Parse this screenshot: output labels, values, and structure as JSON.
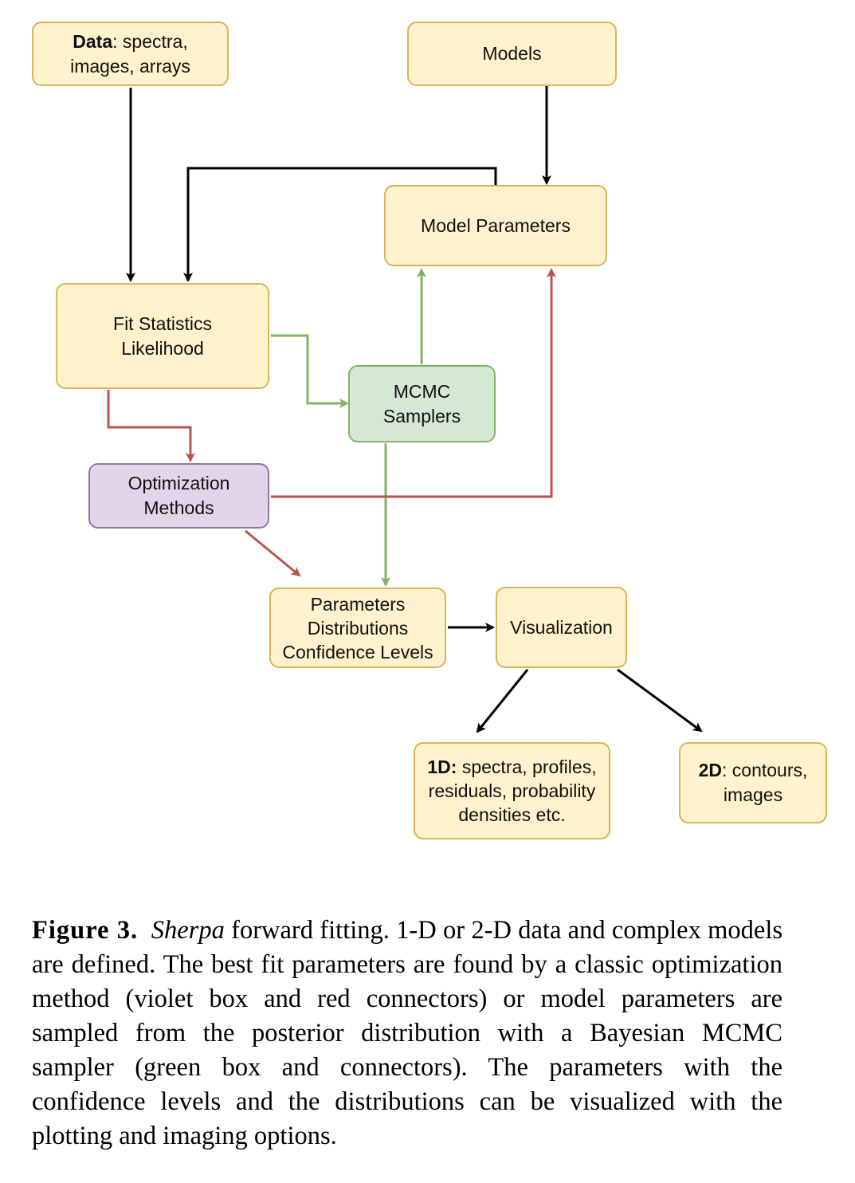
{
  "nodes": {
    "data": {
      "bold": "Data",
      "rest": ": spectra,",
      "line2": "images, arrays"
    },
    "models": {
      "label": "Models"
    },
    "model_parameters": {
      "label": "Model Parameters"
    },
    "fit_statistics": {
      "line1": "Fit Statistics",
      "line2": "Likelihood"
    },
    "mcmc": {
      "line1": "MCMC",
      "line2": "Samplers"
    },
    "optimization": {
      "line1": "Optimization",
      "line2": "Methods"
    },
    "parameters": {
      "line1": "Parameters",
      "line2": "Distributions",
      "line3": "Confidence Levels"
    },
    "visualization": {
      "label": "Visualization"
    },
    "one_d": {
      "bold": "1D:",
      "rest": " spectra, profiles,",
      "line2": "residuals, probability",
      "line3": "densities etc."
    },
    "two_d": {
      "bold": "2D",
      "rest": ": contours,",
      "line2": "images"
    }
  },
  "colors": {
    "black_connector": "#000000",
    "red_connector": "#b85450",
    "green_connector": "#82b366",
    "yellow_fill": "#fff2cc",
    "green_fill": "#d5e8d4",
    "violet_fill": "#e1d5e7"
  },
  "caption": {
    "label": "Figure 3.",
    "software": "Sherpa",
    "text": " forward fitting. 1-D or 2-D data and complex models are defined. The best fit parameters are found by a classic optimization method (violet box and red connectors) or model parameters are sampled from the posterior distribution with a Bayesian MCMC sampler (green box and connectors). The parameters with the confidence levels and the distributions can be visualized with the plotting and imaging options."
  }
}
